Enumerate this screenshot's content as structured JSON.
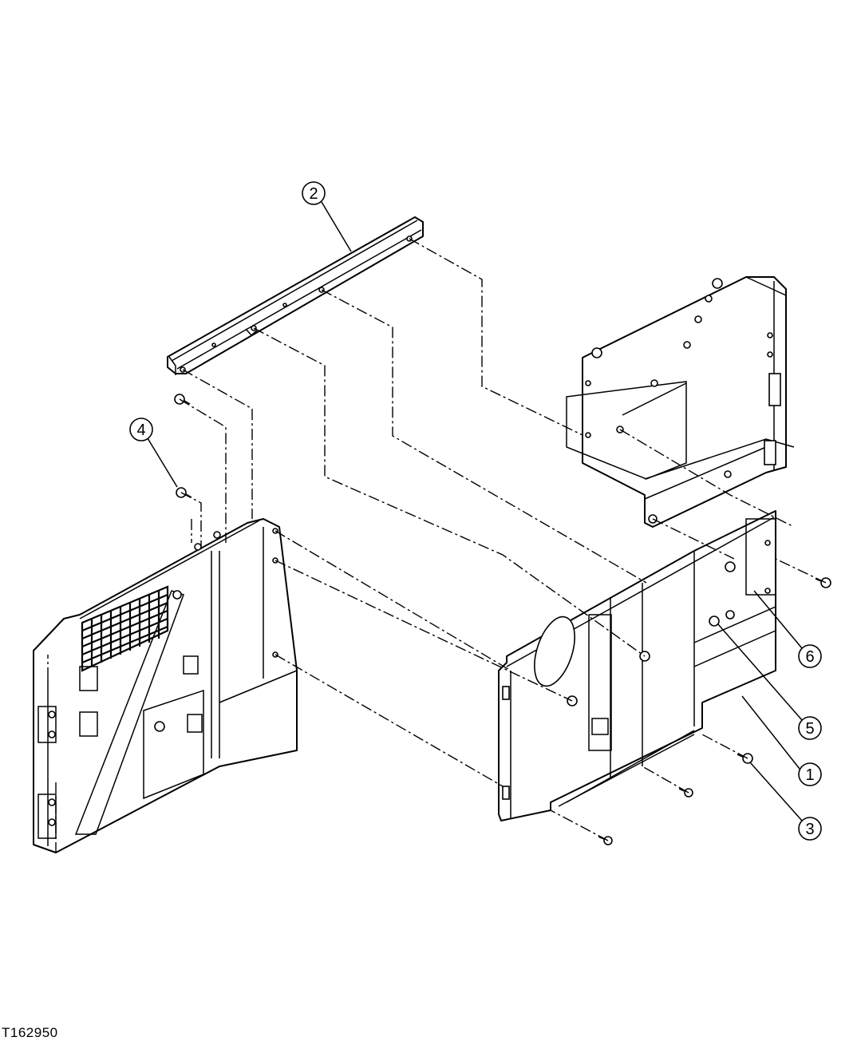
{
  "figure": {
    "id": "T162950"
  },
  "callouts": [
    {
      "num": "1"
    },
    {
      "num": "2"
    },
    {
      "num": "3"
    },
    {
      "num": "4"
    },
    {
      "num": "5"
    },
    {
      "num": "6"
    }
  ]
}
